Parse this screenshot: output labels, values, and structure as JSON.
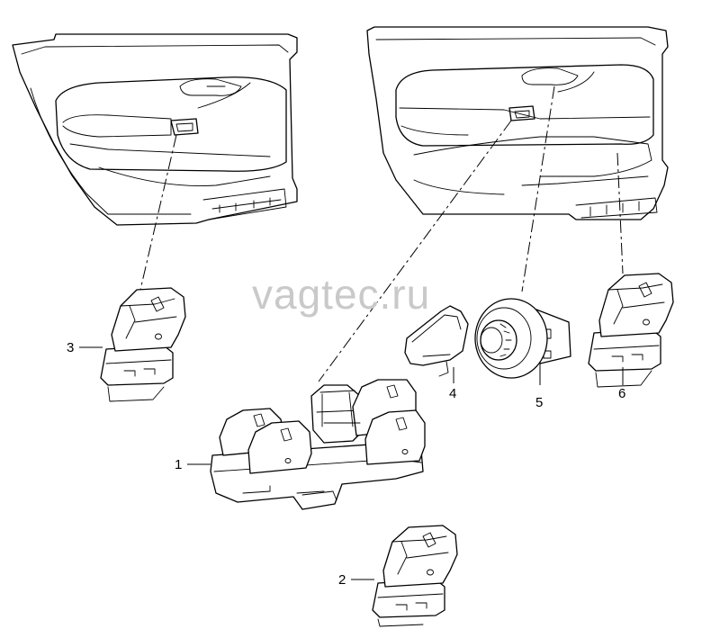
{
  "watermark": "vagtec.ru",
  "callouts": {
    "p1": "1",
    "p2": "2",
    "p3": "3",
    "p4": "4",
    "p5": "5",
    "p6": "6"
  }
}
